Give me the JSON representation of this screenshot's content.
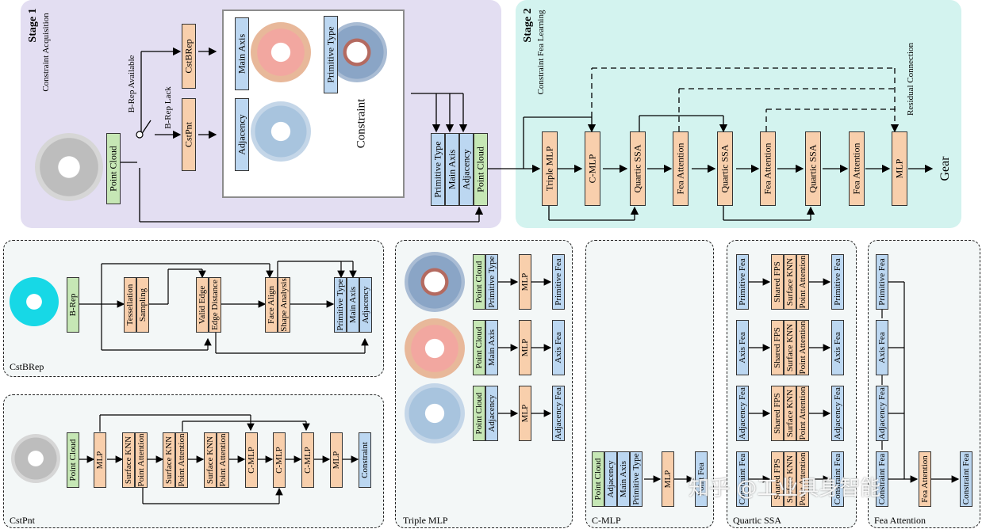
{
  "stage1": {
    "title": "Stage 1",
    "subtitle": "Constraint Acquisition"
  },
  "stage2": {
    "title": "Stage 2",
    "subtitle": "Constraint Fea Learning"
  },
  "top": {
    "point_cloud": "Point Cloud",
    "brep_available": "B-Rep Available",
    "brep_lack": "B-Rep Lack",
    "cstbrep": "CstBRep",
    "cstpnt": "CstPnt",
    "main_axis": "Main Axis",
    "primitive_type": "Primitive Type",
    "adjacency": "Adjacency",
    "constraint": "Constraint",
    "stack": [
      "Primitive Type",
      "Main Axis",
      "Adjacency",
      "Point Cloud"
    ],
    "pipeline": [
      "Triple MLP",
      "C-MLP",
      "Quartic SSA",
      "Fea Attention",
      "Quartic SSA",
      "Fea Attention",
      "Quartic SSA",
      "Fea Attention",
      "MLP"
    ],
    "residual": "Residual Connection",
    "output": "Gear"
  },
  "cstbrep_panel": {
    "name": "CstBRep",
    "brep": "B-Rep",
    "box1": [
      "Tessellation",
      "Sampling"
    ],
    "box2": [
      "Valid Edge",
      "Edge Distance"
    ],
    "box3": [
      "Face Align",
      "Shape Analysis"
    ],
    "box4": [
      "Primitive Type",
      "Main Axis",
      "Adjacency"
    ]
  },
  "cstpnt_panel": {
    "name": "CstPnt",
    "seq": [
      "Point Cloud",
      "MLP",
      "Surface KNN|Point Attention",
      "Surface KNN|Point Attention",
      "Surface KNN|Point Attention",
      "C-MLP",
      "C-MLP",
      "C-MLP",
      "MLP",
      "Constraint"
    ]
  },
  "triple_mlp": {
    "name": "Triple MLP",
    "rows": [
      {
        "in": [
          "Point Cloud",
          "Primitive Type"
        ],
        "mlp": "MLP",
        "out": "Primitive Fea"
      },
      {
        "in": [
          "Point Cloud",
          "Main Axis"
        ],
        "mlp": "MLP",
        "out": "Axis Fea"
      },
      {
        "in": [
          "Point Cloud",
          "Adjacency"
        ],
        "mlp": "MLP",
        "out": "Adjacency Fea"
      }
    ]
  },
  "cmlp": {
    "name": "C-MLP",
    "stack": [
      "Point Cloud",
      "Adjacency",
      "Main Axis",
      "Primitive Type"
    ],
    "mlp": "MLP",
    "out": "Point Fea"
  },
  "quartic": {
    "name": "Quartic SSA",
    "rows": [
      {
        "in": "Primitive Fea",
        "ops": [
          "Shared FPS",
          "Surface KNN",
          "Point Attention"
        ],
        "out": "Primitive Fea"
      },
      {
        "in": "Axis Fea",
        "ops": [
          "Shared FPS",
          "Surface KNN",
          "Point Attention"
        ],
        "out": "Axis Fea"
      },
      {
        "in": "Adjacency Fea",
        "ops": [
          "Shared FPS",
          "Surface KNN",
          "Point Attention"
        ],
        "out": "Adjacency Fea"
      },
      {
        "in": "Constraint Fea",
        "ops": [
          "Shared FPS",
          "Surface KNN",
          "Point Attention"
        ],
        "out": "Constraint Fea"
      }
    ]
  },
  "feaatt": {
    "name": "Fea Attention",
    "ins": [
      "Primitive Fea",
      "Axis Fea",
      "Adjacency Fea",
      "Constraint Fea"
    ],
    "mid": "Fea Attention",
    "out": "Constraint Fea"
  },
  "watermark": "知乎 @工业具身智能",
  "colors": {
    "green": "#c6e7b5",
    "orange": "#f8cfac",
    "blue": "#bcd7f1",
    "stage1_bg": "#e3def2",
    "stage2_bg": "#d3f3ef",
    "panel_bg": "#f3f7f7"
  }
}
